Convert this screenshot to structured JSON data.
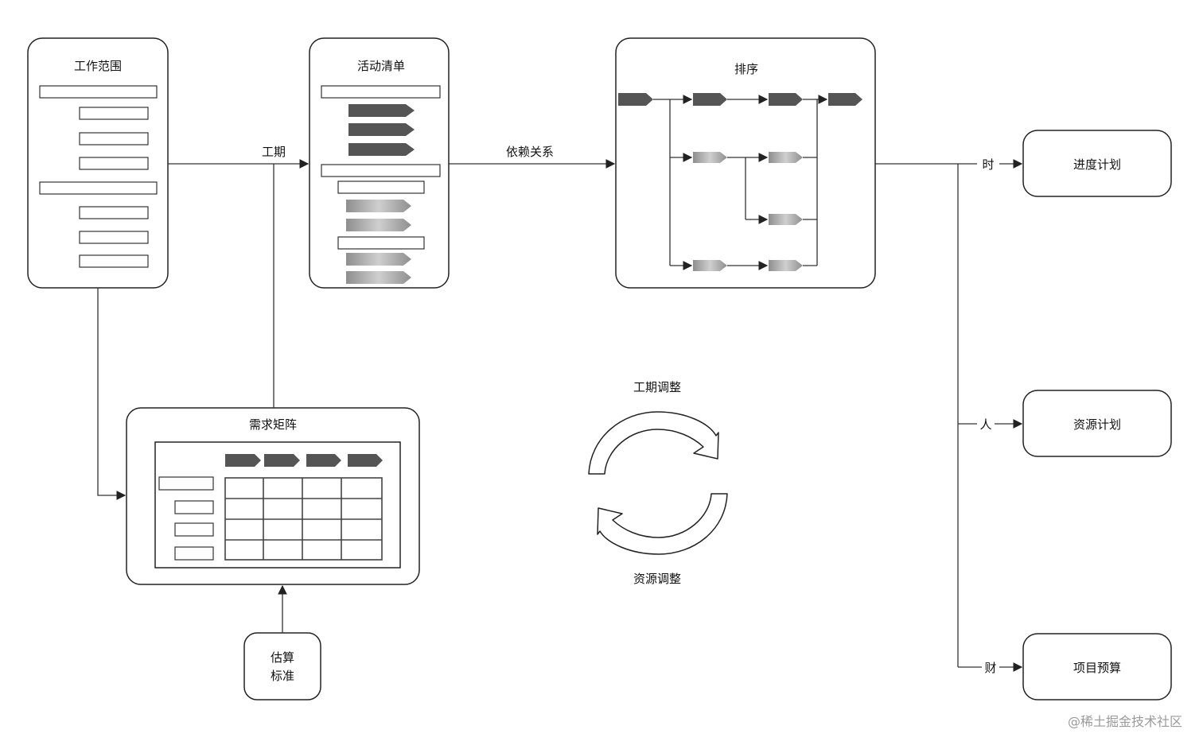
{
  "nodes": {
    "work_scope": "工作范围",
    "activity_list": "活动清单",
    "sequencing": "排序",
    "requirement_matrix": "需求矩阵",
    "estimate_standard_line1": "估算",
    "estimate_standard_line2": "标准",
    "schedule_plan": "进度计划",
    "resource_plan": "资源计划",
    "project_budget": "项目预算"
  },
  "edges": {
    "duration": "工期",
    "dependency": "依赖关系",
    "time": "时",
    "people": "人",
    "money": "财"
  },
  "cycle": {
    "duration_adjust": "工期调整",
    "resource_adjust": "资源调整"
  },
  "watermark": "@稀土掘金技术社区",
  "colors": {
    "dark_arrow": "#555555",
    "light_arrow": "#9c9c9c",
    "stroke": "#222222"
  }
}
